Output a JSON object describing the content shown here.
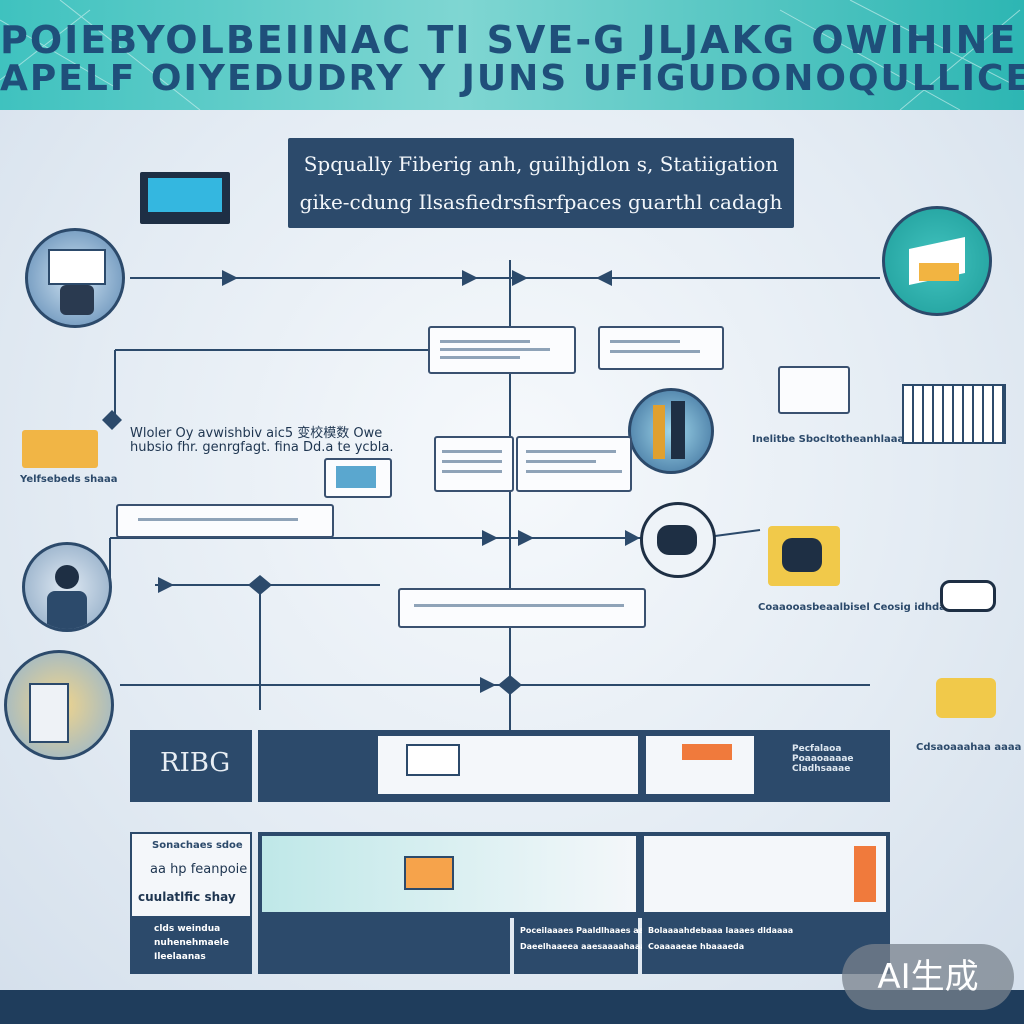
{
  "header": {
    "title_line1": "POIEBYOLBEIINAC TI SVE-G  JLJAKG OWIHINE  /D IN",
    "title_line2": "APELF OIYEDUDRY  Y JUNS  UFIGUDONOQULLICE"
  },
  "top_box": {
    "line1": "Spqually Fiberig anh,  guilhjdlon  s, Statiigation",
    "line2": "gike-cdung  Ilsasfiedrsfisrfpaces  guarthl cadagh"
  },
  "mid_label": {
    "line1": "Wloler Oy  avwishbiv aic5 变校模数 Owe",
    "line2": "hubsio fhr.  genrgfagt.  fina Dd.a te ycbla."
  },
  "left_small_label": "Yelfsebeds shaaa",
  "right_labels": {
    "r1": "Inelitbe Sbocltotheanhlaaae",
    "r2": "Coaaooasbeaalbisel Ceosig idhdaehaaee",
    "r3": "Cdsaoaaahaa aaaa"
  },
  "table": {
    "row1_label": "RIBG",
    "row1_right": "Pecfalaoa Poaaoaaaae Cladhsaaae",
    "row2_label1": "aa hp feanpoie",
    "row2_label2": "cuulatlfic shay",
    "row2_label_top": "Sonachaes sdoe",
    "row3_label1": "clds weindua",
    "row3_label2": "nuhenehmaele",
    "row3_label3": "Ileelaanas",
    "row3_mid1": "Poceilaaaes Paaldlhaaes aaelldkaa",
    "row3_mid2": "Daeelhaaeea aaesaaaahaaaa",
    "row3_right1": "Bolaaaahdebaaa laaaes dldaaaa",
    "row3_right2": "Coaaaaeae hbaaaeda"
  },
  "badge": "AI生成",
  "colors": {
    "navy": "#2c4a6b",
    "teal": "#3fc2bf",
    "accent_orange": "#f07a3c"
  }
}
